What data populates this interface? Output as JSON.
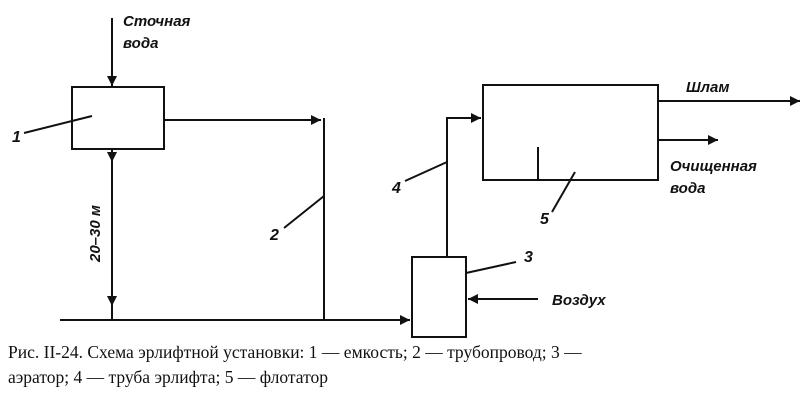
{
  "diagram": {
    "labels": {
      "input_line1": "Сточная",
      "input_line2": "вода",
      "sludge": "Шлам",
      "clean_line1": "Очищенная",
      "clean_line2": "вода",
      "air": "Воздух",
      "height": "20–30 м",
      "n1": "1",
      "n2": "2",
      "n3": "3",
      "n4": "4",
      "n5": "5"
    }
  },
  "caption": {
    "title": "Рис. II-24. Схема эрлифтной установки: 1 — емкость; 2 — трубопровод; 3 —",
    "line2": "аэратор; 4 — труба эрлифта; 5 — флотатор"
  }
}
